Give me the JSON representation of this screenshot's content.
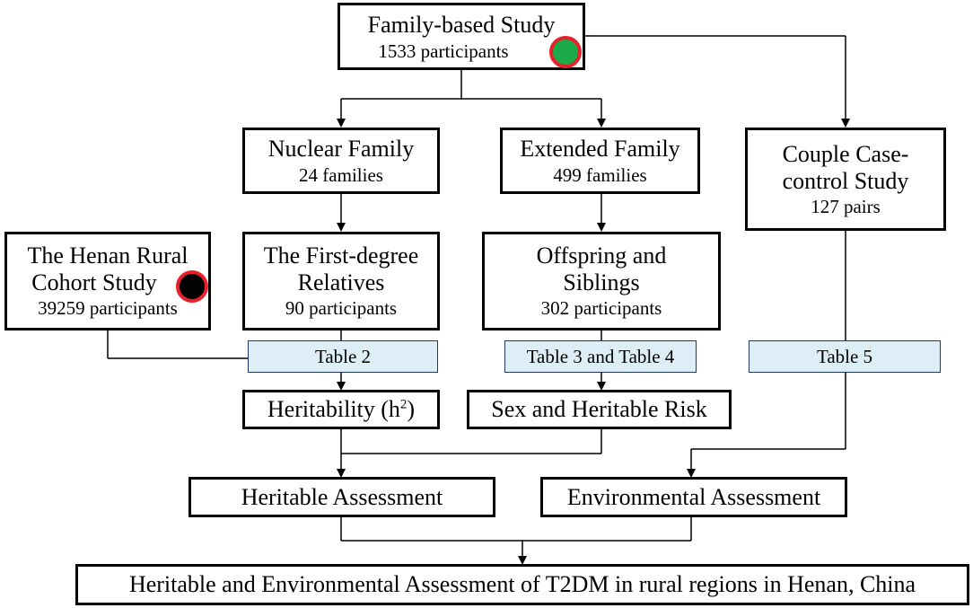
{
  "colors": {
    "line": "#000000",
    "table_fill": "#ddeef7",
    "table_border": "#1f3864",
    "marker_ring": "#e8202a",
    "marker_green": "#1aaa4a",
    "marker_black": "#000000"
  },
  "nodes": {
    "family_study": {
      "title": "Family-based Study",
      "sub": "1533 participants",
      "marker": "green"
    },
    "nuclear": {
      "title": "Nuclear Family",
      "sub": "24 families"
    },
    "extended": {
      "title": "Extended Family",
      "sub": "499 families"
    },
    "couple": {
      "line1": "Couple Case-",
      "line2": "control Study",
      "sub": "127 pairs"
    },
    "henan": {
      "line1": "The Henan Rural",
      "line2": "Cohort Study",
      "sub": "39259 participants",
      "marker": "black"
    },
    "first_degree": {
      "line1": "The First-degree",
      "line2": "Relatives",
      "sub": "90 participants"
    },
    "offspring": {
      "line1": "Offspring and",
      "line2": "Siblings",
      "sub": "302 participants"
    },
    "table2": "Table 2",
    "table34": "Table 3 and Table 4",
    "table5": "Table 5",
    "heritability": {
      "label": "Heritability (h",
      "sup": "2",
      "close": ")"
    },
    "sex_risk": "Sex and Heritable Risk",
    "heritable_assessment": "Heritable Assessment",
    "environmental_assessment": "Environmental Assessment",
    "final": "Heritable and Environmental Assessment of T2DM in rural regions in Henan, China"
  }
}
